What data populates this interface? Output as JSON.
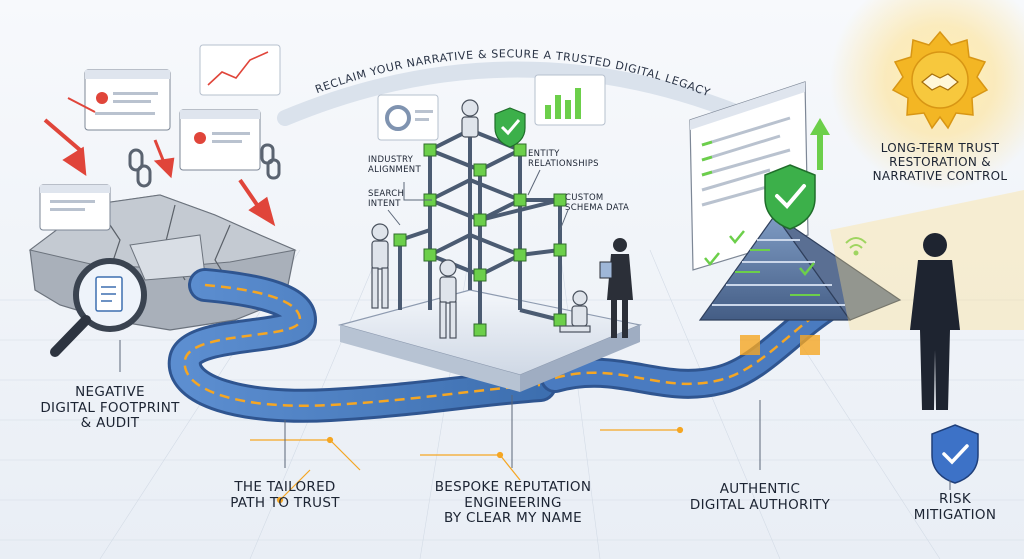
{
  "headline": "RECLAIM YOUR NARRATIVE & SECURE A TRUSTED DIGITAL LEGACY",
  "stages": {
    "footprint": {
      "line1": "NEGATIVE",
      "line2": "DIGITAL FOOTPRINT",
      "line3": "& AUDIT"
    },
    "path": {
      "line1": "THE TAILORED",
      "line2": "PATH TO TRUST"
    },
    "engineering": {
      "line1": "BESPOKE REPUTATION",
      "line2": "ENGINEERING",
      "line3": "BY CLEAR MY NAME"
    },
    "authority": {
      "line1": "AUTHENTIC",
      "line2": "DIGITAL AUTHORITY"
    },
    "risk": {
      "line1": "RISK",
      "line2": "MITIGATION"
    },
    "trust": {
      "line1": "LONG-TERM TRUST",
      "line2": "RESTORATION &",
      "line3": "NARRATIVE CONTROL"
    }
  },
  "callouts": {
    "industry": {
      "line1": "INDUSTRY",
      "line2": "ALIGNMENT"
    },
    "search": {
      "line1": "SEARCH",
      "line2": "INTENT"
    },
    "entity": {
      "line1": "ENTITY",
      "line2": "RELATIONSHIPS"
    },
    "schema": {
      "line1": "CUSTOM",
      "line2": "SCHEMA DATA"
    }
  },
  "colors": {
    "accent_orange": "#f5a623",
    "path_blue": "#3d6fb0",
    "node_green": "#6ccf4a",
    "shield_green": "#3cb04a",
    "sun_gold": "#f3b624",
    "alert_red": "#e0453a"
  },
  "icons": [
    "magnifier-document-icon",
    "broken-link-icon",
    "shield-check-icon",
    "handshake-medal-icon",
    "wifi-signal-icon",
    "robot-figure-icon",
    "person-silhouette-icon"
  ]
}
